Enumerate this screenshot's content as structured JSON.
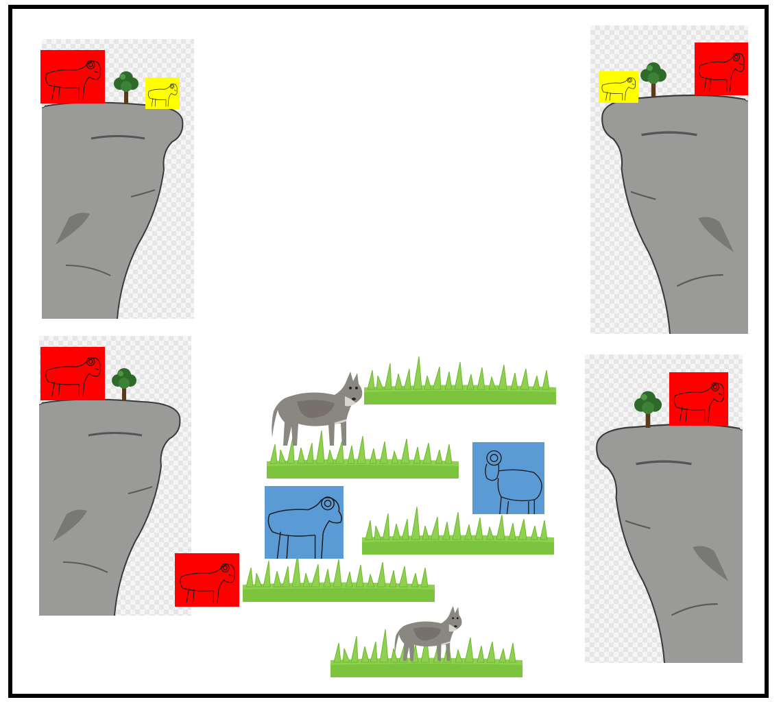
{
  "game": {
    "background": "#ffffff",
    "frame_color": "#000000",
    "colors": {
      "red": "#ff0000",
      "yellow": "#ffff00",
      "blue": "#5b9bd5",
      "rock": "#9a9a98",
      "rock_shadow": "#6f706e",
      "grass": "#8fd14f",
      "grass_dark": "#6cb82f",
      "tree": "#2e6b2a",
      "trunk": "#5a3b1c"
    },
    "cliffs": [
      {
        "name": "cliff-top-left",
        "facing": "right",
        "has_tree": true,
        "pieces": [
          "red",
          "yellow"
        ]
      },
      {
        "name": "cliff-top-right",
        "facing": "left",
        "has_tree": true,
        "pieces": [
          "yellow",
          "red"
        ]
      },
      {
        "name": "cliff-bottom-left",
        "facing": "right",
        "has_tree": true,
        "pieces": [
          "red"
        ]
      },
      {
        "name": "cliff-bottom-right",
        "facing": "left",
        "has_tree": true,
        "pieces": [
          "red"
        ]
      }
    ],
    "field_pieces": [
      {
        "name": "red-ram-field",
        "color": "red"
      },
      {
        "name": "blue-ram-left",
        "color": "blue"
      },
      {
        "name": "blue-ram-right",
        "color": "blue"
      }
    ],
    "wolves": [
      {
        "name": "wolf-upper"
      },
      {
        "name": "wolf-lower"
      }
    ],
    "grass_patches": 5
  }
}
